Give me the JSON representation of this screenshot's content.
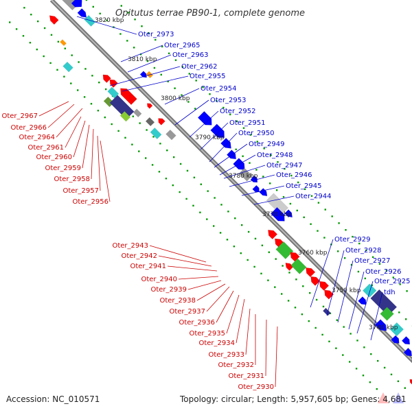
{
  "title": "Opitutus terrae PB90-1, complete genome",
  "footer": {
    "accession": "Accession: NC_010571",
    "topology": "Topology: circular; Length: 5,957,605 bp; Genes: 4,681"
  },
  "colors": {
    "forward_strand_genes": "#0000ff",
    "reverse_strand_genes": "#ff0000",
    "label_forward": "#0000cc",
    "label_reverse": "#cc0000",
    "backbone": "#888888",
    "tick": "#009900",
    "cyan_feature": "#33cccc",
    "green_feature": "#33bb33",
    "navy_feature": "#33338a",
    "gray_feature": "#999999"
  },
  "scale_labels": [
    "3820 kbp",
    "3810 kbp",
    "3800 kbp",
    "3790 kbp",
    "3780 kbp",
    "3770 kbp",
    "3760 kbp",
    "3750 kbp",
    "3740 kbp"
  ],
  "labels_right": [
    "Oter_2973",
    "Oter_2965",
    "Oter_2963",
    "Oter_2962",
    "Oter_2955",
    "Oter_2954",
    "Oter_2953",
    "Oter_2952",
    "Oter_2951",
    "Oter_2950",
    "Oter_2949",
    "Oter_2948",
    "Oter_2947",
    "Oter_2946",
    "Oter_2945",
    "Oter_2944",
    "Oter_2929",
    "Oter_2928",
    "Oter_2927",
    "Oter_2926",
    "Oter_2925",
    "tdh"
  ],
  "labels_left": [
    "Oter_2967",
    "Oter_2966",
    "Oter_2964",
    "Oter_2961",
    "Oter_2960",
    "Oter_2959",
    "Oter_2958",
    "Oter_2957",
    "Oter_2956",
    "Oter_2943",
    "Oter_2942",
    "Oter_2941",
    "Oter_2940",
    "Oter_2939",
    "Oter_2938",
    "Oter_2937",
    "Oter_2936",
    "Oter_2935",
    "Oter_2934",
    "Oter_2933",
    "Oter_2932",
    "Oter_2931",
    "Oter_2930"
  ]
}
